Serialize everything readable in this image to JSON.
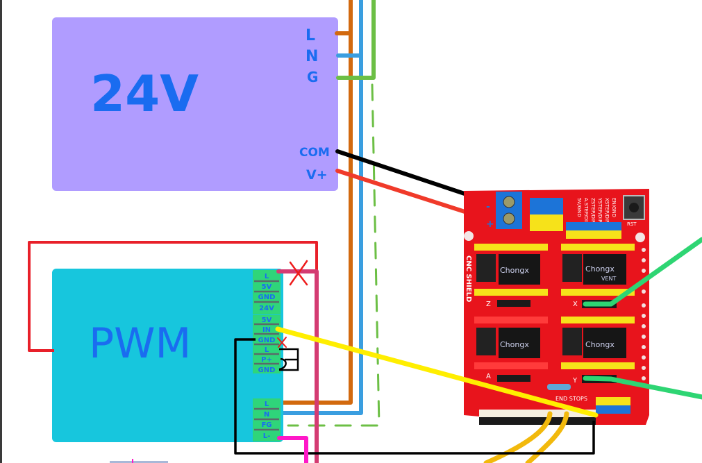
{
  "power_supply": {
    "label": "24V",
    "fill_color": "#b09cff",
    "text_color": "#1a6cf0",
    "terminals": [
      "L",
      "N",
      "G",
      "COM",
      "V+"
    ]
  },
  "pwm_module": {
    "label": "PWM",
    "fill_color": "#17c6dd",
    "terminal_block_color": "#2fd57a",
    "upper_terminals": [
      "L",
      "5V",
      "GND",
      "24V"
    ],
    "middle_terminals": [
      "5V",
      "IN",
      "GND",
      "L",
      "P+",
      "GND"
    ],
    "lower_terminals": [
      "L",
      "N",
      "FG",
      "L-"
    ]
  },
  "cnc_shield": {
    "board_color": "#e8141c",
    "silkscreen": {
      "side_label": "CNC SHIELD",
      "driver_labels": [
        "Z",
        "X",
        "A",
        "Y"
      ],
      "end_stops_label": "END STOPS",
      "reset_label": "RST",
      "jumper_labels": [
        "EN/GND",
        "XSTEP/DIR",
        "YSTEP/DIR",
        "ZSTEP/DIR",
        "A.STEP/DIR",
        "5V/GND"
      ],
      "capacitor_text": "Chongx",
      "capacitor_sub": "VENT",
      "power_polarity": [
        "-",
        "+"
      ]
    }
  },
  "wires": {
    "L": "#d2690e",
    "N": "#3a9ee0",
    "G": "#6cbf45",
    "COM": "#000000",
    "V+": "#f03a2a",
    "pwm_loop": "#e8202a",
    "pwm_vertical": "#d43b72",
    "signal_in": "#ffee00",
    "ground_loop": "#000000",
    "motor_x": "#2ed573",
    "motor_y": "#2ed573",
    "end_stops": "#f2b90c",
    "pwm_l_minus": "#ff18c8"
  },
  "annotations": {
    "cross_mark": "X",
    "cross_color": "#ee1b1b"
  }
}
